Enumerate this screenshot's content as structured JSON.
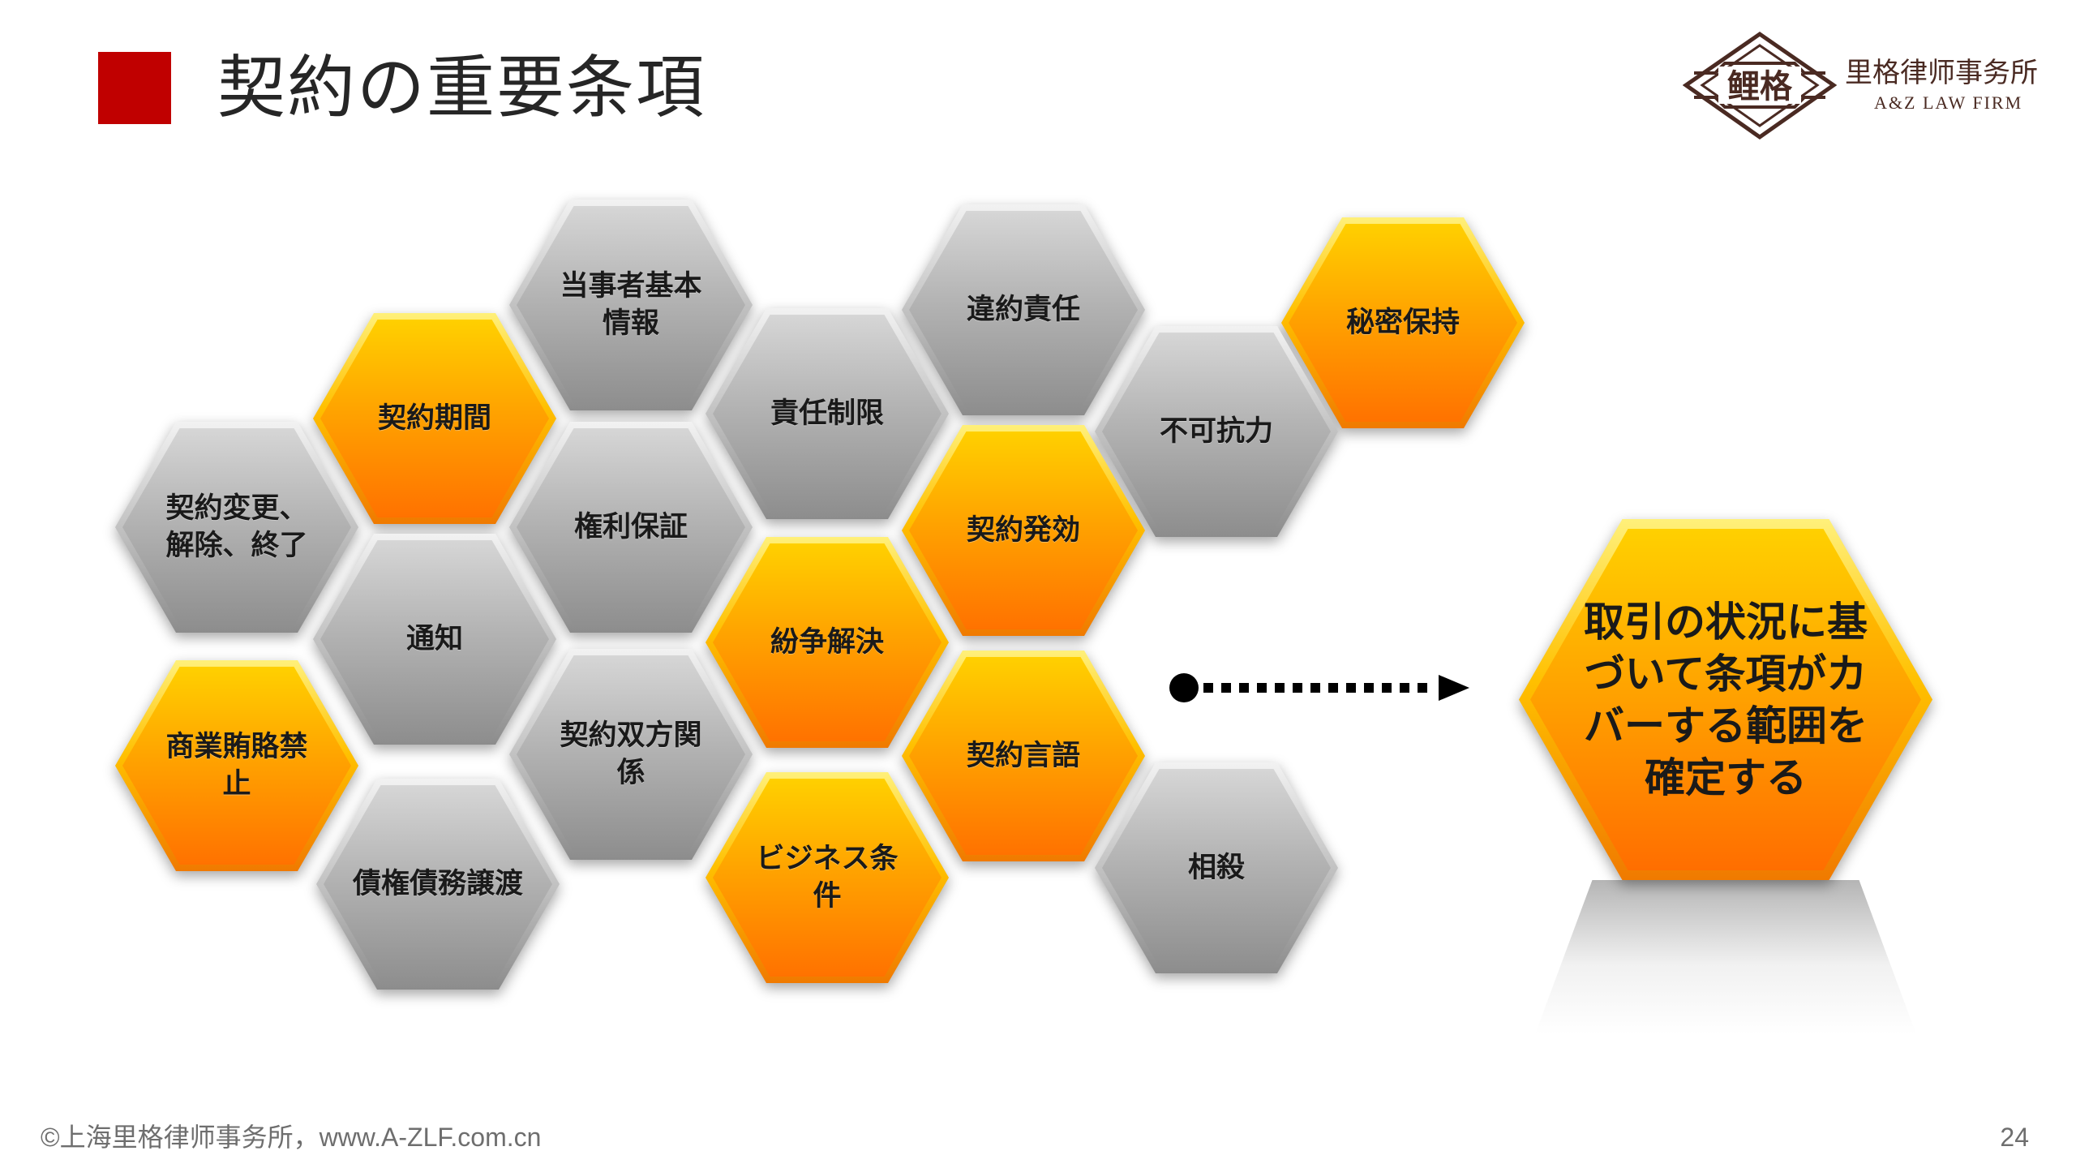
{
  "slide": {
    "title": "契約の重要条項",
    "page_number": "24"
  },
  "logo": {
    "mark_text": "鲤格",
    "name_cn": "里格律师事务所",
    "name_en": "A&Z LAW FIRM"
  },
  "hexagons": [
    {
      "label": "当事者基本\n情報",
      "color": "gray"
    },
    {
      "label": "違約責任",
      "color": "gray"
    },
    {
      "label": "秘密保持",
      "color": "orange"
    },
    {
      "label": "契約期間",
      "color": "orange"
    },
    {
      "label": "責任制限",
      "color": "gray"
    },
    {
      "label": "不可抗力",
      "color": "gray"
    },
    {
      "label": "契約変更、\n解除、終了",
      "color": "gray"
    },
    {
      "label": "権利保証",
      "color": "gray"
    },
    {
      "label": "契約発効",
      "color": "orange"
    },
    {
      "label": "通知",
      "color": "gray"
    },
    {
      "label": "紛争解決",
      "color": "orange"
    },
    {
      "label": "商業賄賂禁\n止",
      "color": "orange"
    },
    {
      "label": "契約双方関\n係",
      "color": "gray"
    },
    {
      "label": "契約言語",
      "color": "orange"
    },
    {
      "label": "債権債務譲渡",
      "color": "gray"
    },
    {
      "label": "ビジネス条\n件",
      "color": "orange"
    },
    {
      "label": "相殺",
      "color": "gray"
    }
  ],
  "summary": {
    "label": "取引の状況に基\nづいて条項がカ\nバーする範囲を\n確定する"
  },
  "footer": {
    "copyright": "©上海里格律师事务所，www.A-ZLF.com.cn"
  },
  "colors": {
    "accent_red": "#c00000",
    "orange": "#ff9900",
    "gray": "#a6a6a6",
    "logo_brown": "#4a2a22"
  }
}
